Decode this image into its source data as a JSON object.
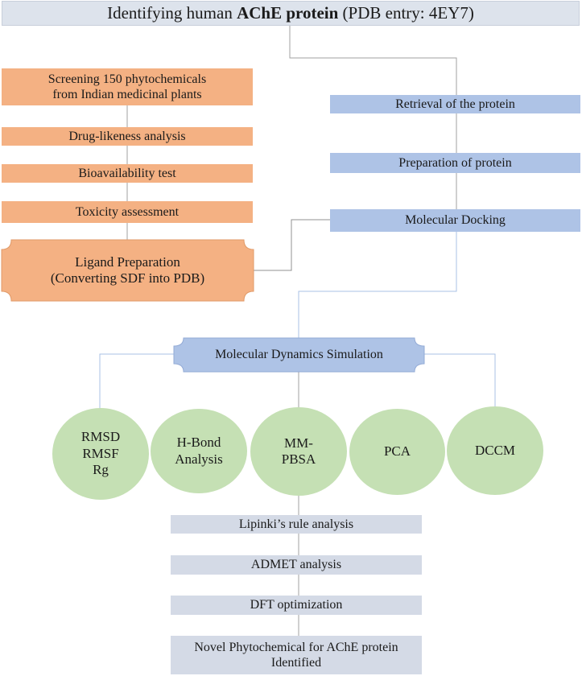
{
  "title": {
    "prefix": "Identifying human ",
    "bold": "AChE protein",
    "suffix": " (PDB entry: 4EY7)"
  },
  "ligand_steps": [
    "Screening 150 phytochemicals\nfrom Indian medicinal plants",
    "Drug-likeness analysis",
    "Bioavailability test",
    "Toxicity assessment"
  ],
  "ligand_preparation": "Ligand Preparation\n(Converting SDF into PDB)",
  "protein_steps": [
    "Retrieval of the protein",
    "Preparation of protein",
    "Molecular Docking"
  ],
  "md_simulation": "Molecular Dynamics Simulation",
  "analyses": [
    "RMSD\nRMSF\nRg",
    "H-Bond\nAnalysis",
    "MM-\nPBSA",
    "PCA",
    "DCCM"
  ],
  "final_steps": [
    "Lipinki’s rule analysis",
    "ADMET analysis",
    "DFT optimization",
    "Novel Phytochemical for AChE protein\nIdentified"
  ],
  "colors": {
    "ligand_branch": "#f4b183",
    "protein_branch": "#aec3e6",
    "analysis_nodes": "#c5e0b4",
    "final_steps": "#d4dae6",
    "title_box": "#dde3ec"
  }
}
